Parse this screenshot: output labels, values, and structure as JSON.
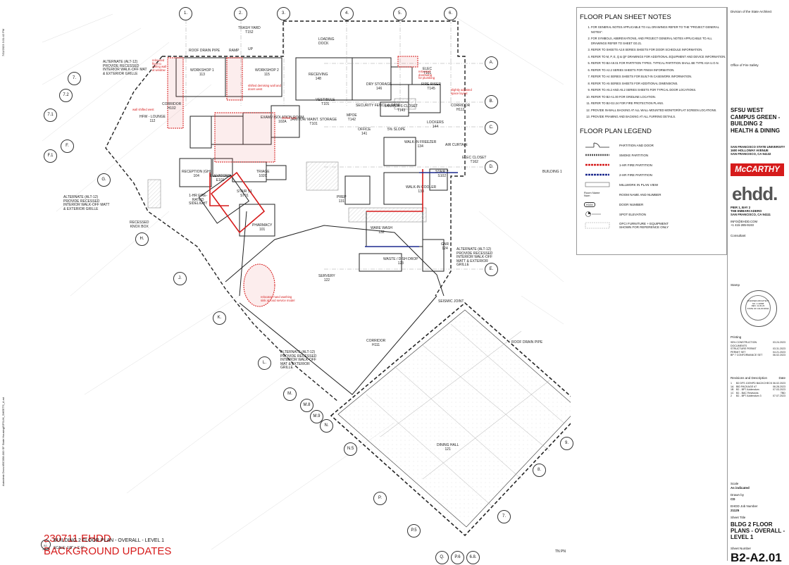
{
  "top_margin": {
    "vertical_timestamp": "7/11/2023 3:31:42 PM",
    "vertical_path": "Autodesk Docs://BC058-000 SF State Housing/SFSUH_SHEETS_A.rvt"
  },
  "plan": {
    "grid_labels_top": [
      "1.",
      "2.",
      "3.",
      "4.",
      "5.",
      "6."
    ],
    "grid_labels_right": [
      "A.",
      "B.",
      "C.",
      "D.",
      "E."
    ],
    "grid_labels_left": [
      "7.2",
      "7.",
      "7.1",
      "F.",
      "F.1",
      "G.",
      "H.",
      "J.",
      "K.",
      "L.",
      "M.",
      "M.8",
      "M.9",
      "N.",
      "N.5",
      "P.",
      "P.5",
      "Q.",
      "P.6",
      "6.8.",
      "7.",
      "8.",
      "9."
    ],
    "rooms": [
      {
        "name": "WORKSHOP\n1",
        "num": "113"
      },
      {
        "name": "WORKSHOP\n2",
        "num": "115"
      },
      {
        "name": "RECEIVING",
        "num": "148"
      },
      {
        "name": "DRY\nSTORAGE",
        "num": "146"
      },
      {
        "name": "HFW -\nLOUNGE",
        "num": "112"
      },
      {
        "name": "CORRIDOR",
        "num": "H102"
      },
      {
        "name": "EXAM /\nISOLATION\nROOM",
        "num": "102A"
      },
      {
        "name": "JANITOR/\nMAINT.\nSTORAGE",
        "num": "T101"
      },
      {
        "name": "SECURITY\nFENCE & GATE",
        "num": ""
      },
      {
        "name": "JANITOR'S\nCLOSET",
        "num": "T143"
      },
      {
        "name": "LOCKERS",
        "num": "144"
      },
      {
        "name": "MPOE",
        "num": "T142"
      },
      {
        "name": "OFFICE",
        "num": "141"
      },
      {
        "name": "WALK-IN\nFREEZER",
        "num": "134"
      },
      {
        "name": "WALK-IN\nCOOLER",
        "num": "133"
      },
      {
        "name": "RECEPTION\n(GH)",
        "num": "104"
      },
      {
        "name": "ELEVATORS",
        "num": "E101"
      },
      {
        "name": "TRIAGE",
        "num": "102C"
      },
      {
        "name": "STAIR S1",
        "num": "ST01"
      },
      {
        "name": "PHARMACY",
        "num": "101"
      },
      {
        "name": "PREP",
        "num": "131"
      },
      {
        "name": "WARE WASH",
        "num": "132"
      },
      {
        "name": "WASTE /\nDISH DROP",
        "num": "123"
      },
      {
        "name": "SERVERY",
        "num": "122"
      },
      {
        "name": "CORRIDOR",
        "num": "H111"
      },
      {
        "name": "DINING HALL",
        "num": "121"
      },
      {
        "name": "STAIR 2",
        "num": "S102"
      },
      {
        "name": "GNR",
        "num": "124"
      },
      {
        "name": "ELEC\nCLOSET",
        "num": "T162"
      },
      {
        "name": "VESTIBULE",
        "num": "T101"
      },
      {
        "name": "CORRIDOR",
        "num": "H112"
      },
      {
        "name": "ELEC",
        "num": "T161"
      },
      {
        "name": "FIRE RISER",
        "num": "T145"
      }
    ],
    "callouts": [
      "TRASH YARD\nT152",
      "LOADING\nDOCK",
      "ROOF DRAIN PIPE",
      "RAMP",
      "UP",
      "ALTERNATE (ALT-12)\nPROVIDE RECESSED\nINTERIOR WALK-OFF MAT\n& EXTERIOR GRILLE",
      "ALTERNATE (ALT-12)\nPROVIDE RECESSED\nINTERIOR WALK-OFF MATT\n& EXTERIOR GRILLE",
      "RECESSED\nKNOX BOX",
      "1-HR FIRE-\nRATED\nSIDELIGHT",
      "ALTERNATE (ALT-12)\nPROVIDE RECESSED\nINTERIOR WALK-OFF\nMATT & EXTERIOR\nGRILLE",
      "ALTERNATE (ALT-12)\nPROVIDE RECESSED\nINTERIOR WALK-OFF\nMAT & EXTERIOR\nGRILLE",
      "SEISMIC JOINT",
      "AIR CURTAIN",
      "5% SLOPE",
      "BUILDING 1",
      "ROOF DRAIN PIPE"
    ],
    "red_notes": [
      "relocated\nfloor to\nceiling wall\nat window",
      "shifted demising wall and\ndoors west",
      "wall shifted west",
      "shifted wall",
      "relocated\ndoorswing\nfor plumbing",
      "slightly adjusted\nspace layout",
      "relocated hand washing\nsink at food service model"
    ],
    "stamp_title": "230711 EHDD\nBACKGROUND UPDATES",
    "plan_title": "BUILDING 2 FLOOR PLAN - OVERALL - LEVEL 1",
    "plan_scale": "SCALE:  1/8\" = 1'-0\"",
    "plan_ref": "1\nB2-A2.01",
    "north": "TN  PN"
  },
  "notes": {
    "title": "FLOOR PLAN SHEET NOTES",
    "items": [
      "FOR GENERAL NOTES APPLICABLE TO ALL DRAWINGS REFER TO THE \"PROJECT GENERAL NOTES\".",
      "FOR SYMBOLS, ABBREVIATIONS, AND PROJECT GENERAL NOTES APPLICABLE TO ALL DRAWINGS REFER TO SHEET G0.21.",
      "REFER TO SHEETS A2.8 SERIES SHEETS FOR DOOR SCHEDULE INFORMATION.",
      "REFER TO M, P, E, Q & QF DRAWINGS FOR ADDITIONAL EQUIPMENT AND DEVICE INFORMATION.",
      "REFER TO B2-A9.01 FOR PARTITION TYPES. TYPICAL PARTITION SHALL BE TYPE A3A U.O.N.",
      "REFER TO A2.2 SERIES SHEETS FOR FINISH INFORMATION.",
      "REFER TO A4 SERIES SHEETS FOR BUILT-IN CASEWORK INFORMATION.",
      "REFER TO A5 SERIES SHEETS FOR ADDITIONAL DIMENSIONS.",
      "REFER TO A5.2 AND A5.2 SERIES SHEETS FOR TYPICAL DOOR LOCATIONS.",
      "REFER TO B2-A1.00 FOR GRIDLINE LOCATION.",
      "REFER TO B2-G2.24 FOR FIRE PROTECTION PLANS.",
      "PROVIDE IN-WALL BACKING AT ALL WALL-MOUNTED MONITOR/FLAT SCREEN LOCATIONS.",
      "PROVIDE FRAMING AND BACKING AT ALL FURRING DETAILS."
    ]
  },
  "legend": {
    "title": "FLOOR PLAN LEGEND",
    "items": [
      {
        "label": "PARTITION AND DOOR",
        "style": "partition"
      },
      {
        "label": "SMOKE PARTITION",
        "style": "smoke"
      },
      {
        "label": "1-HR FIRE PARTITION",
        "style": "fire1"
      },
      {
        "label": "2-HR FIRE PARTITION",
        "style": "fire2"
      },
      {
        "label": "MILLWORK IN PLAN VIEW",
        "style": "millwork"
      },
      {
        "label": "ROOM NAME AND NUMBER",
        "style": "roomtag",
        "sym": "Room Name\nNum"
      },
      {
        "label": "DOOR NUMBER",
        "style": "doortag",
        "sym": "H104"
      },
      {
        "label": "SPOT ELEVATION",
        "style": "spot"
      },
      {
        "label": "OFCI FURNITURE + EQUIPMENT\nSHOWN FOR REFERENCE ONLY",
        "style": "ofci"
      }
    ]
  },
  "title_block": {
    "division": "Division of the State Architect",
    "fire_safety": "Office of Fire Safety",
    "project": "SFSU WEST CAMPUS GREEN - BUILDING 2 HEALTH & DINING",
    "client": "SAN FRANCISCO STATE UNIVERSITY\n1600 HOLLOWAY AVENUE\nSAN FRANCISCO, CA 94132",
    "contractor": "McCARTHY",
    "architect_logo": "ehdd.",
    "architect_address": "PIER 1, BAY 2\nTHE EMBARCADERO\nSAN FRANCISCO, CA 94111",
    "architect_contact": "INFO@EHDD.COM\n+1 415-285-9193",
    "consultant": "Consultant",
    "stamp_label": "Stamp",
    "stamp_text": "LICENSED ARCHITECT\nNO. C 22088\nREN. 11-30-23\nSTATE OF CALIFORNIA",
    "printing_label": "Printing",
    "printing": [
      {
        "desc": "95% CONSTRUCTION DOCUMENTS",
        "date": "03.24.2023"
      },
      {
        "desc": "STRUCTURE PERMIT",
        "date": "03.31.2023"
      },
      {
        "desc": "PERMIT SET",
        "date": "04.21.2023"
      },
      {
        "desc": "BP 7 CONFORMANCE SET",
        "date": "06.02.2023"
      }
    ],
    "revisions_label": "Revisions and Description",
    "revisions_date_label": "Date",
    "revisions": [
      {
        "no": "1",
        "desc": "B2 DFS 100%PD BACKCHECK",
        "date": "06.02.2023"
      },
      {
        "no": "1A",
        "desc": "BID PACKAGE #7",
        "date": "06.28.2023"
      },
      {
        "no": "1B",
        "desc": "B2 - BP7 Addendum",
        "date": "07.03.2023"
      },
      {
        "no": "1C",
        "desc": "B2 - BAC Revisions",
        "date": "TBD"
      },
      {
        "no": "2",
        "desc": "B2 - BP7 Addendum 3",
        "date": "07.07.2023"
      }
    ],
    "scale_label": "Scale",
    "scale_value": "As indicated",
    "drawn_label": "Drawn by",
    "drawn_value": "CD",
    "job_label": "EHDD Job Number",
    "job_value": "21125",
    "sheet_title_label": "Sheet Title",
    "sheet_title": "BLDG 2 FLOOR PLANS - OVERALL - LEVEL 1",
    "sheet_number_label": "Sheet Number",
    "sheet_number": "B2-A2.01"
  },
  "colors": {
    "markup_red": "#d61b1b",
    "fire_blue": "#1d2b8f",
    "line": "#222222"
  }
}
